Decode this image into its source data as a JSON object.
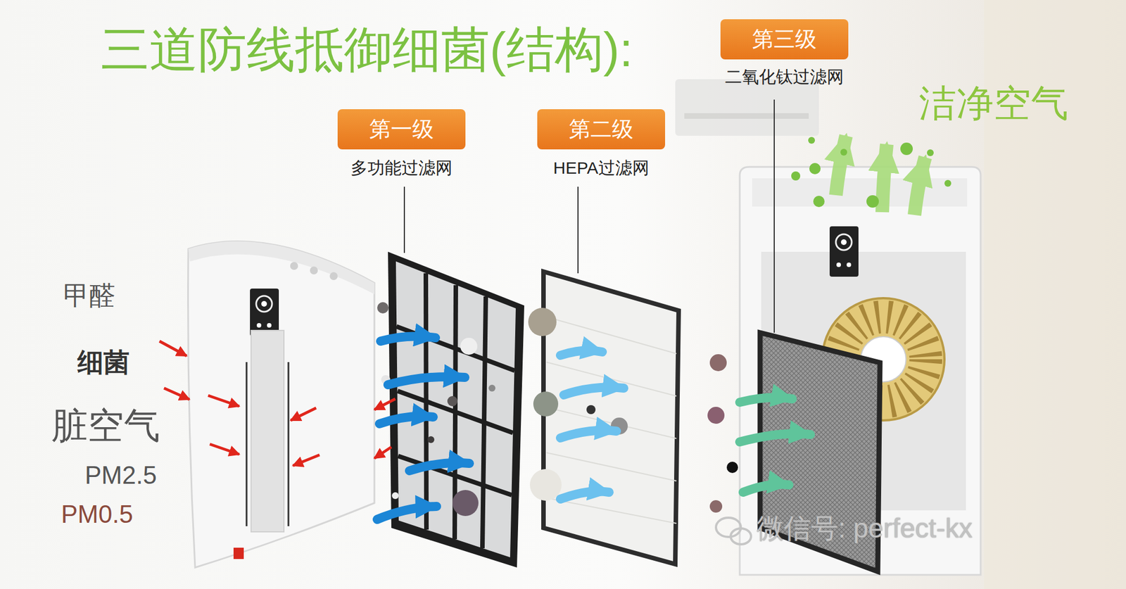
{
  "diagram": {
    "title": "三道防线抵御细菌(结构):",
    "nodes": [
      {
        "text": [
          "第一级",
          "多功能过滤网"
        ]
      },
      {
        "text": [
          "第二级",
          "HEPA过滤网"
        ]
      },
      {
        "text": [
          "第三级",
          "二氧化钛过滤网"
        ]
      }
    ],
    "labels": [
      "甲醛",
      "细菌",
      "脏空气",
      "PM2.5",
      "PM0.5",
      "洁净空气",
      "微信号: perfect-kx"
    ]
  }
}
